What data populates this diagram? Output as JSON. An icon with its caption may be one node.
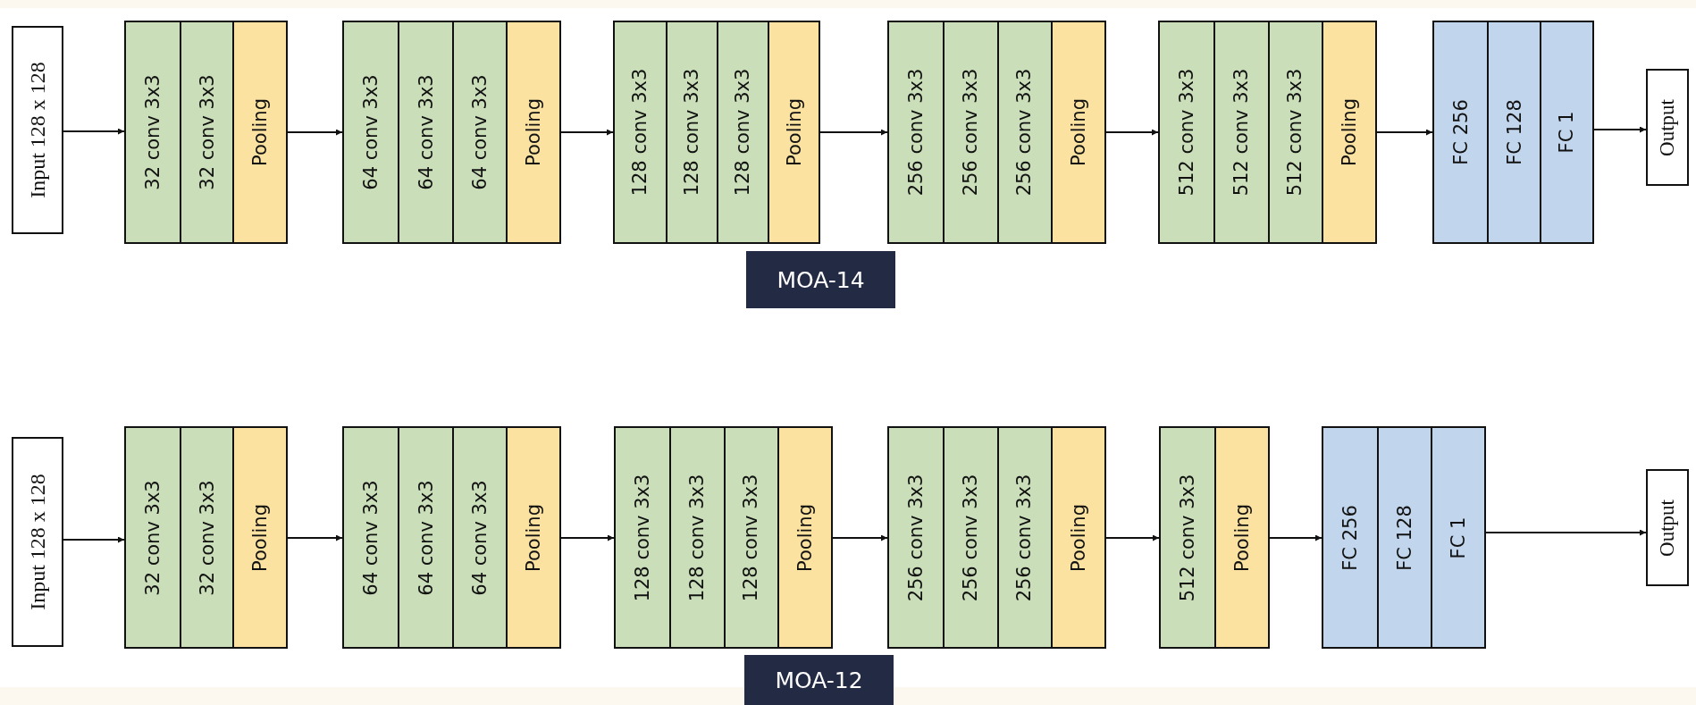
{
  "diagram": {
    "nodes": [
      {
        "text": [
          "Input 128 x 128"
        ]
      },
      {
        "text": [],
        "shape": "box"
      },
      {
        "text": [
          "32 conv 3x3"
        ],
        "in": 1
      },
      {
        "text": [
          "32 conv 3x3"
        ],
        "in": 1
      },
      {
        "text": [
          "Pooling"
        ],
        "in": 1
      },
      {
        "text": [],
        "shape": "box"
      },
      {
        "text": [
          "64 conv 3x3"
        ],
        "in": 5
      },
      {
        "text": [
          "64 conv 3x3"
        ],
        "in": 5
      },
      {
        "text": [
          "64 conv 3x3"
        ],
        "in": 5
      },
      {
        "text": [
          "Pooling"
        ],
        "in": 5
      },
      {
        "text": [],
        "shape": "box"
      },
      {
        "text": [
          "128 conv 3x3"
        ],
        "in": 10
      },
      {
        "text": [
          "128 conv 3x3"
        ],
        "in": 10
      },
      {
        "text": [
          "128 conv 3x3"
        ],
        "in": 10
      },
      {
        "text": [
          "Pooling"
        ],
        "in": 10
      },
      {
        "text": [],
        "shape": "box"
      },
      {
        "text": [
          "256 conv 3x3"
        ],
        "in": 15
      },
      {
        "text": [
          "256 conv 3x3"
        ],
        "in": 15
      },
      {
        "text": [
          "256 conv 3x3"
        ],
        "in": 15
      },
      {
        "text": [
          "Pooling"
        ],
        "in": 15
      },
      {
        "text": [],
        "shape": "box"
      },
      {
        "text": [
          "512 conv 3x3"
        ],
        "in": 20
      },
      {
        "text": [
          "512 conv 3x3"
        ],
        "in": 20
      },
      {
        "text": [
          "512 conv 3x3"
        ],
        "in": 20
      },
      {
        "text": [
          "Pooling"
        ],
        "in": 20
      },
      {
        "text": [],
        "shape": "box"
      },
      {
        "text": [
          "FC 256"
        ],
        "in": 25
      },
      {
        "text": [
          "FC 128"
        ],
        "in": 25
      },
      {
        "text": [
          "FC 1"
        ],
        "in": 25
      },
      {
        "text": [
          "Output"
        ]
      },
      {
        "text": [
          "MOA-14"
        ]
      },
      {
        "text": [
          "Input 128 x 128"
        ]
      },
      {
        "text": [],
        "shape": "box"
      },
      {
        "text": [
          "32 conv 3x3"
        ],
        "in": 32
      },
      {
        "text": [
          "32 conv 3x3"
        ],
        "in": 32
      },
      {
        "text": [
          "Pooling"
        ],
        "in": 32
      },
      {
        "text": [],
        "shape": "box"
      },
      {
        "text": [
          "64 conv 3x3"
        ],
        "in": 36
      },
      {
        "text": [
          "64 conv 3x3"
        ],
        "in": 36
      },
      {
        "text": [
          "64 conv 3x3"
        ],
        "in": 36
      },
      {
        "text": [
          "Pooling"
        ],
        "in": 36
      },
      {
        "text": [],
        "shape": "box"
      },
      {
        "text": [
          "128 conv 3x3"
        ],
        "in": 41
      },
      {
        "text": [
          "128 conv 3x3"
        ],
        "in": 41
      },
      {
        "text": [
          "128 conv 3x3"
        ],
        "in": 41
      },
      {
        "text": [
          "Pooling"
        ],
        "in": 41
      },
      {
        "text": [],
        "shape": "box"
      },
      {
        "text": [
          "256 conv 3x3"
        ],
        "in": 46
      },
      {
        "text": [
          "256 conv 3x3"
        ],
        "in": 46
      },
      {
        "text": [
          "256 conv 3x3"
        ],
        "in": 46
      },
      {
        "text": [
          "Pooling"
        ],
        "in": 46
      },
      {
        "text": [],
        "shape": "box"
      },
      {
        "text": [
          "512 conv 3x3"
        ],
        "in": 51
      },
      {
        "text": [
          "Pooling"
        ],
        "in": 51
      },
      {
        "text": [],
        "shape": "box"
      },
      {
        "text": [
          "FC 256"
        ],
        "in": 54
      },
      {
        "text": [
          "FC 128"
        ],
        "in": 54
      },
      {
        "text": [
          "FC 1"
        ],
        "in": 54
      },
      {
        "text": [
          "Output"
        ]
      },
      {
        "text": [
          "MOA-12"
        ]
      }
    ],
    "edges": [
      {
        "from": 0,
        "to": 1,
        "arrow": "to"
      },
      {
        "from": 1,
        "to": 5,
        "arrow": "to"
      },
      {
        "from": 5,
        "to": 10,
        "arrow": "to"
      },
      {
        "from": 10,
        "to": 15,
        "arrow": "to"
      },
      {
        "from": 15,
        "to": 20,
        "arrow": "to"
      },
      {
        "from": 20,
        "to": 25,
        "arrow": "to"
      },
      {
        "from": 25,
        "to": 29,
        "arrow": "to"
      },
      {
        "from": 31,
        "to": 32,
        "arrow": "to"
      },
      {
        "from": 32,
        "to": 36,
        "arrow": "to"
      },
      {
        "from": 36,
        "to": 41,
        "arrow": "to"
      },
      {
        "from": 41,
        "to": 46,
        "arrow": "to"
      },
      {
        "from": 46,
        "to": 51,
        "arrow": "to"
      },
      {
        "from": 51,
        "to": 54,
        "arrow": "to"
      },
      {
        "from": 54,
        "to": 58,
        "arrow": "to"
      }
    ]
  }
}
